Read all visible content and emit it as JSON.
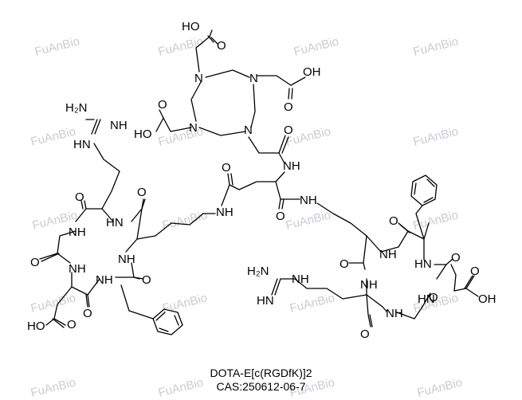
{
  "compound": {
    "name": "DOTA-E[c(RGDfK)]2",
    "cas": "CAS:250612-06-7"
  },
  "watermark": "FuAnBio",
  "atom_labels": {
    "oh": "OH",
    "ho": "HO",
    "o": "O",
    "n": "N",
    "nh": "NH",
    "hn": "HN",
    "h2n": "H₂N"
  }
}
